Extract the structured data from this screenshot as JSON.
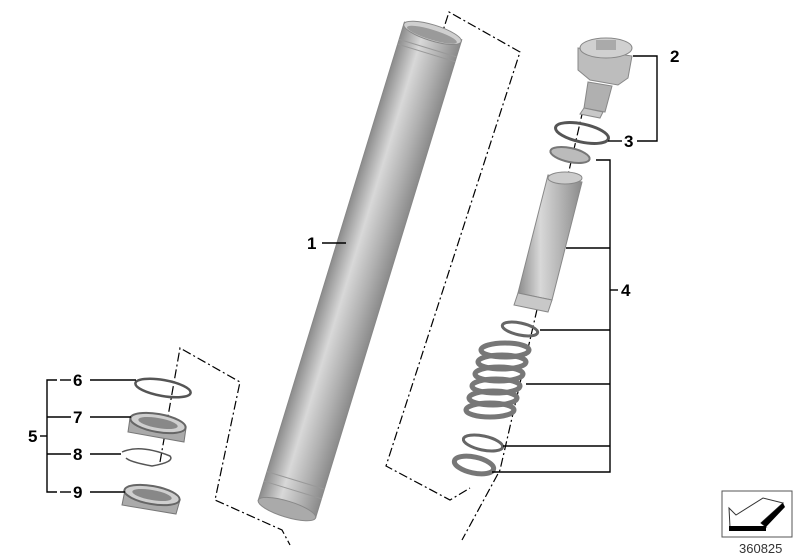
{
  "diagram": {
    "callouts": [
      {
        "number": "1",
        "part": "fork-tube"
      },
      {
        "number": "2",
        "part": "screw-cap"
      },
      {
        "number": "3",
        "part": "o-ring"
      },
      {
        "number": "4",
        "part": "damper-cartridge-set"
      },
      {
        "number": "5",
        "part": "seal-kit"
      },
      {
        "number": "6",
        "part": "circlip"
      },
      {
        "number": "7",
        "part": "shaft-seal"
      },
      {
        "number": "8",
        "part": "retaining-ring"
      },
      {
        "number": "9",
        "part": "dust-cap"
      }
    ],
    "reference_number": "360825",
    "colors": {
      "part_fill": "#b4b4b4",
      "line": "#000000"
    }
  }
}
